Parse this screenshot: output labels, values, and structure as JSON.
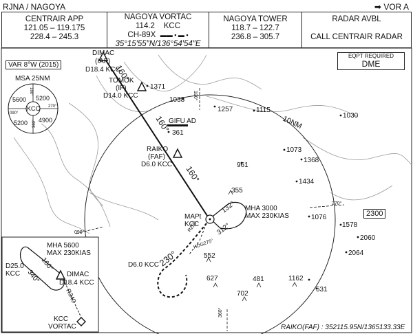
{
  "header": {
    "left_title": "RJNA / NAGOYA",
    "right_title": "VOR A",
    "arrow_icon": "right-arrow-icon"
  },
  "freq_bar": {
    "centrair_app": {
      "label": "CENTRAIR APP",
      "line1": "121.05 – 119.175",
      "line2": "228.4 – 245.3"
    },
    "vortac": {
      "name": "NAGOYA VORTAC",
      "freq": "114.2",
      "ident": "KCC",
      "channel": "CH-89X",
      "morse_icon": "morse-code-icon",
      "coords": "35°15′55″N/136°54′54″E"
    },
    "tower": {
      "label": "NAGOYA TOWER",
      "line1": "118.7 – 122.7",
      "line2": "236.8 – 305.7"
    },
    "radar": {
      "line1": "RADAR AVBL",
      "line2": "CALL CENTRAIR RADAR"
    }
  },
  "var_box": "VAR 8°W (2015)",
  "msa": {
    "title": "MSA 25NM",
    "center": "KCC",
    "values": [
      "5200",
      "5600",
      "5200",
      "4900"
    ],
    "radials": [
      "180°",
      "090°",
      "270°",
      "360°"
    ]
  },
  "eqpt": {
    "label": "EQPT REQUIRED",
    "value": "DME"
  },
  "fixes": {
    "dimac": {
      "name": "DIMAC",
      "type": "(IAF)",
      "dist": "D18.4 KCC"
    },
    "tomok": {
      "name": "TOMOK",
      "type": "(IF)",
      "dist": "D14.0 KCC"
    },
    "raiko": {
      "name": "RAIKO",
      "type": "(FAF)",
      "dist": "D6.0 KCC"
    },
    "mapt": {
      "name": "MAPt",
      "ident": "KCC"
    },
    "gifu": "GIFU AD",
    "d6": "D6.0 KCC"
  },
  "courses": [
    "160°",
    "160°",
    "160°"
  ],
  "holding": {
    "mha": "MHA 3000",
    "speed": "MAX 230KIAS",
    "in": "132°",
    "out": "312°"
  },
  "missed": {
    "course": "230°",
    "r250": "R250",
    "hdg": "HDG275°"
  },
  "ring": "10NM",
  "radials": [
    "180°",
    "270°",
    "090°",
    "360°"
  ],
  "elevations": [
    "1371",
    "1038",
    "1257",
    "1115",
    "1030",
    "361",
    "1073",
    "961",
    "1368",
    "1434",
    "355",
    "1076",
    "1578",
    "2060",
    "552",
    "2064",
    "627",
    "481",
    "702",
    "1162",
    "531"
  ],
  "boxed_elev": "2300",
  "inset": {
    "mha": "MHA 5600",
    "speed": "MAX 230KIAS",
    "d25": "D25.0",
    "kcc": "KCC",
    "dimac": "DIMAC",
    "dist": "D18.4 KCC",
    "r340": "R340",
    "in_crs": "160°",
    "out_crs": "340°",
    "vortac": "KCC",
    "vortac2": "VORTAC"
  },
  "footer": "RAIKO(FAF) : 352115.95N/1365133.33E"
}
